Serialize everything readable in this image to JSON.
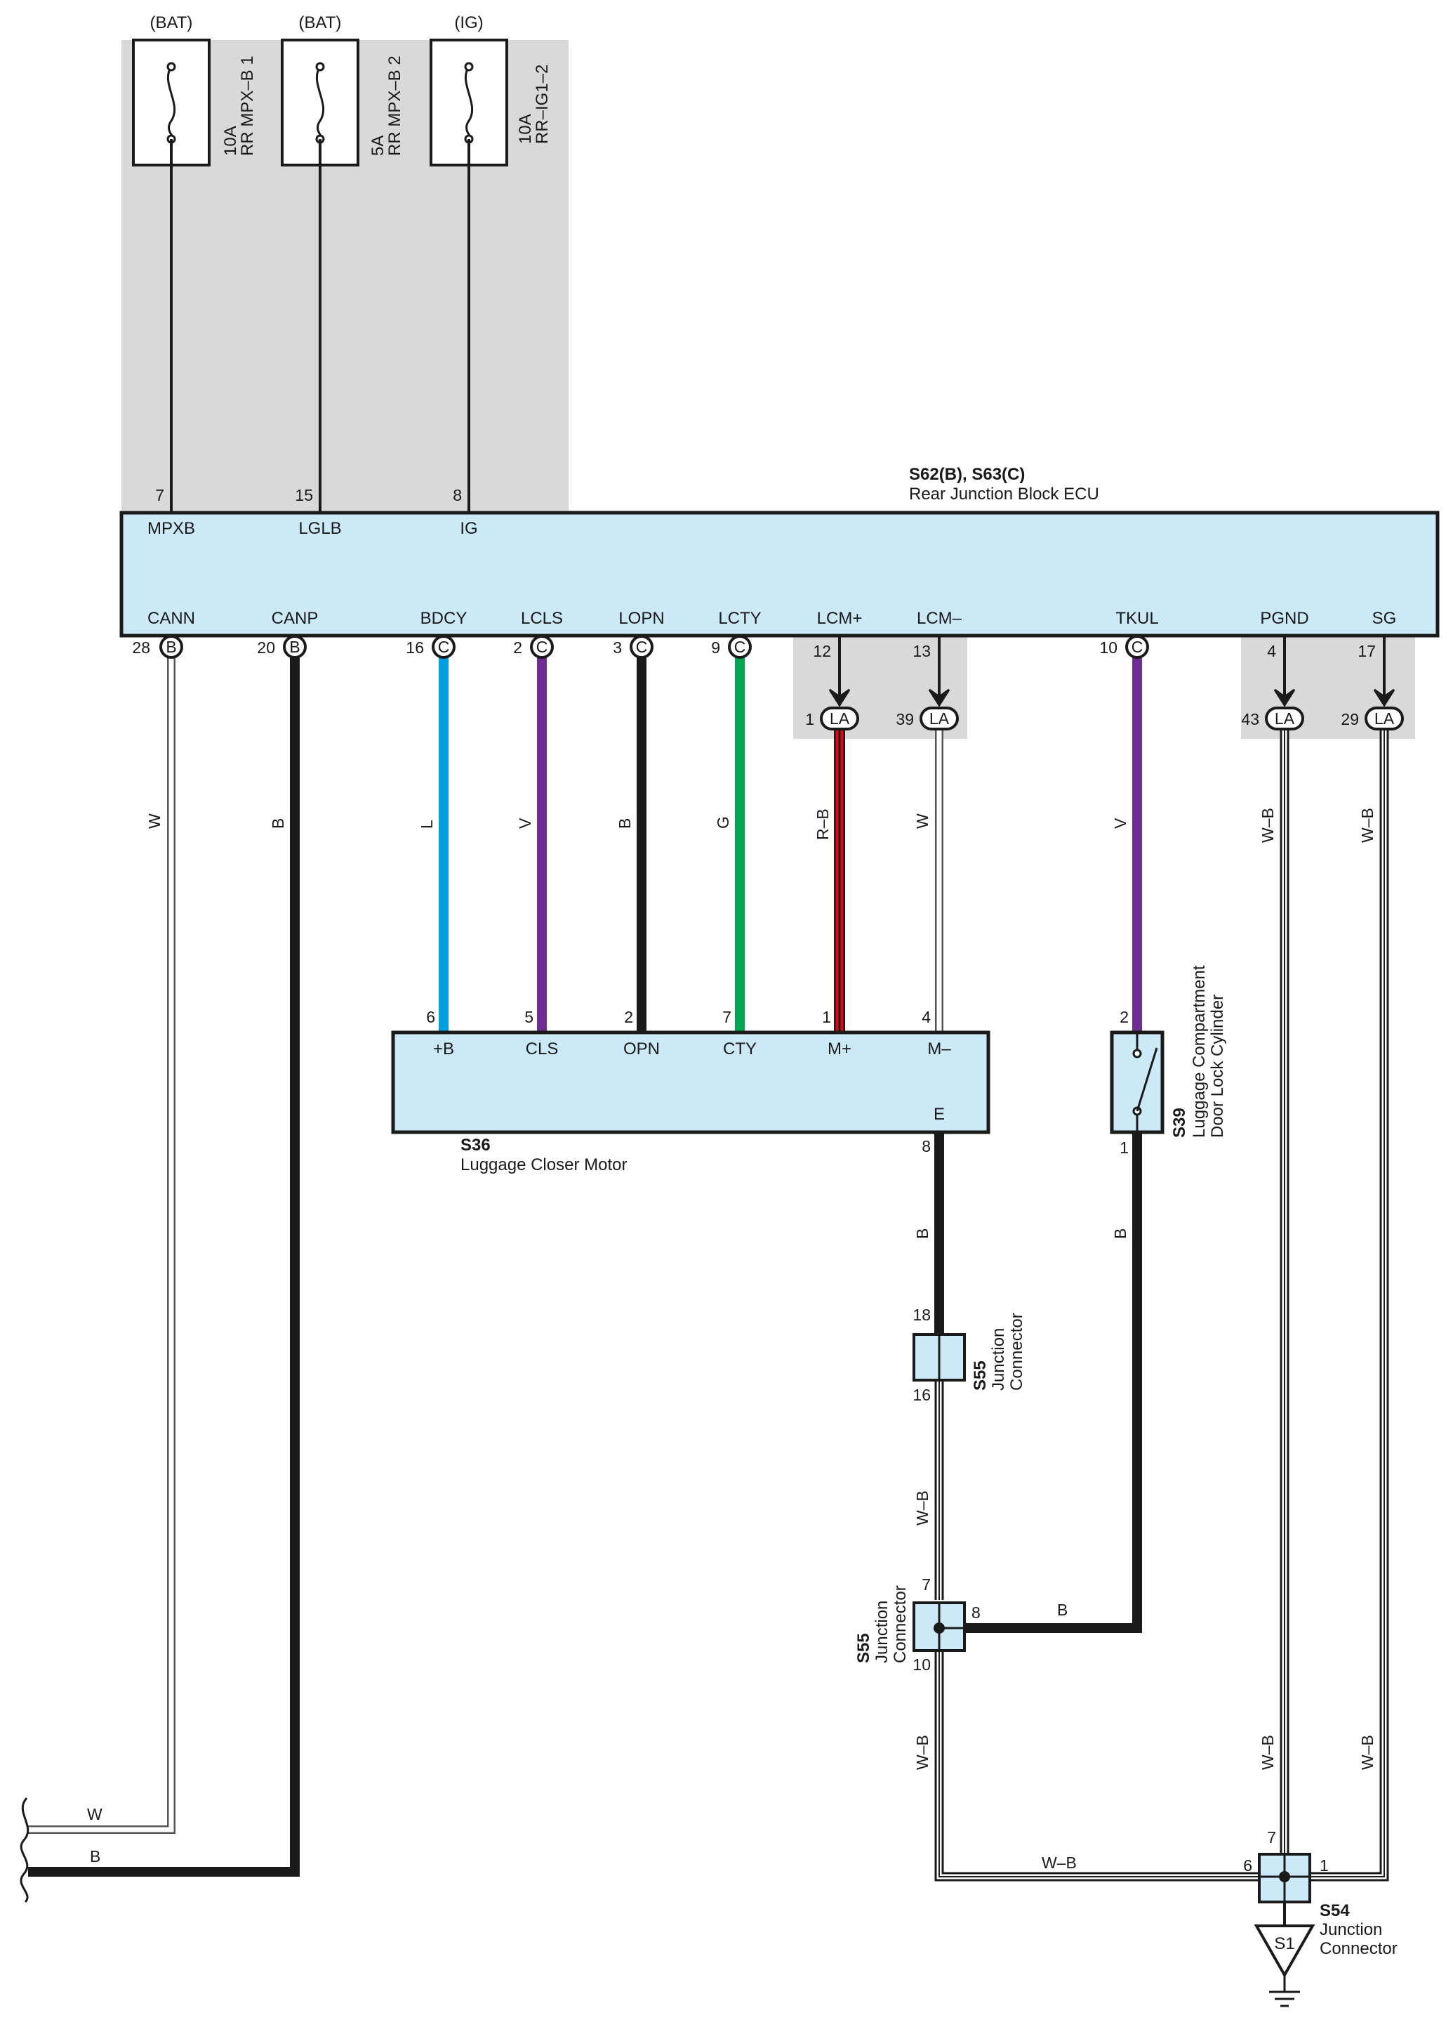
{
  "fuses": [
    {
      "source": "(BAT)",
      "rating": "10A",
      "name": "RR MPX–B 1"
    },
    {
      "source": "(BAT)",
      "rating": "5A",
      "name": "RR MPX–B 2"
    },
    {
      "source": "(IG)",
      "rating": "10A",
      "name": "RR–IG1–2"
    }
  ],
  "ecu": {
    "id": "S62(B), S63(C)",
    "name": "Rear Junction Block ECU",
    "top_terminals": [
      {
        "label": "MPXB",
        "pin": "7"
      },
      {
        "label": "LGLB",
        "pin": "15"
      },
      {
        "label": "IG",
        "pin": "8"
      }
    ],
    "bottom_terminals": [
      {
        "label": "CANN",
        "pin": "28",
        "conn": "B"
      },
      {
        "label": "CANP",
        "pin": "20",
        "conn": "B"
      },
      {
        "label": "BDCY",
        "pin": "16",
        "conn": "C"
      },
      {
        "label": "LCLS",
        "pin": "2",
        "conn": "C"
      },
      {
        "label": "LOPN",
        "pin": "3",
        "conn": "C"
      },
      {
        "label": "LCTY",
        "pin": "9",
        "conn": "C"
      },
      {
        "label": "LCM+",
        "pin": "12",
        "conn": ""
      },
      {
        "label": "LCM–",
        "pin": "13",
        "conn": ""
      },
      {
        "label": "TKUL",
        "pin": "10",
        "conn": "C"
      },
      {
        "label": "PGND",
        "pin": "4",
        "conn": ""
      },
      {
        "label": "SG",
        "pin": "17",
        "conn": ""
      }
    ]
  },
  "la_connectors": [
    {
      "pin": "1",
      "conn": "LA"
    },
    {
      "pin": "39",
      "conn": "LA"
    },
    {
      "pin": "43",
      "conn": "LA"
    },
    {
      "pin": "29",
      "conn": "LA"
    }
  ],
  "wires": {
    "cann": "W",
    "canp": "B",
    "bdcy": "L",
    "lcls": "V",
    "lopn": "B",
    "lcty": "G",
    "lcm_plus": "R–B",
    "lcm_minus": "W",
    "tkul": "V",
    "pgnd": "W–B",
    "sg": "W–B",
    "e_to_s55": "B",
    "s39_down": "B",
    "s55_16_to_7": "W–B",
    "s55_8": "B",
    "s55_10_down": "W–B",
    "pgnd_lower": "W–B",
    "sg_lower": "W–B",
    "bottom_run": "W–B",
    "exit_w": "W",
    "exit_b": "B"
  },
  "motor": {
    "id": "S36",
    "name": "Luggage Closer Motor",
    "terminals": [
      {
        "label": "+B",
        "pin": "6"
      },
      {
        "label": "CLS",
        "pin": "5"
      },
      {
        "label": "OPN",
        "pin": "2"
      },
      {
        "label": "CTY",
        "pin": "7"
      },
      {
        "label": "M+",
        "pin": "1"
      },
      {
        "label": "M–",
        "pin": "4"
      }
    ],
    "ground_label": "E",
    "ground_pin": "8"
  },
  "switch": {
    "id": "S39",
    "name_line1": "Luggage Compartment",
    "name_line2": "Door Lock Cylinder",
    "pin_top": "2",
    "pin_bottom": "1"
  },
  "jc_upper": {
    "id": "S55",
    "line1": "Junction",
    "line2": "Connector",
    "pin_top": "18",
    "pin_bottom": "16"
  },
  "jc_middle": {
    "id": "S55",
    "line1": "Junction",
    "line2": "Connector",
    "pin_top": "7",
    "pin_right": "8",
    "pin_bottom": "10"
  },
  "jc_lower": {
    "id": "S54",
    "line1": "Junction",
    "line2": "Connector",
    "pin_top": "7",
    "pin_left": "6",
    "pin_right": "1"
  },
  "ground": {
    "id": "S1"
  }
}
